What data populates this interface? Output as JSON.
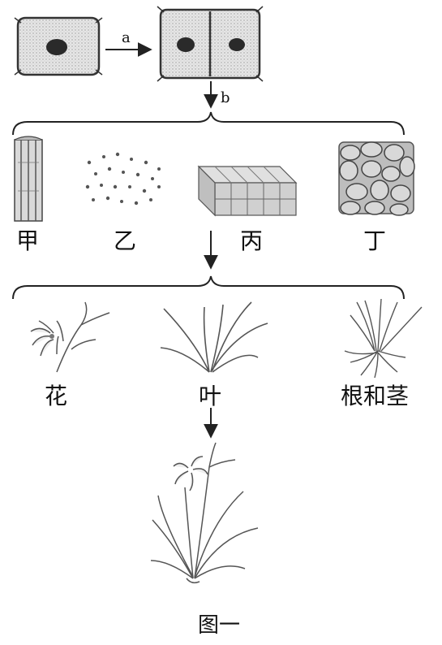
{
  "arrows": {
    "a": "a",
    "b": "b"
  },
  "tissues": [
    {
      "label": "甲"
    },
    {
      "label": "乙"
    },
    {
      "label": "丙"
    },
    {
      "label": "丁"
    }
  ],
  "organs": [
    {
      "label": "花"
    },
    {
      "label": "叶"
    },
    {
      "label": "根和茎"
    }
  ],
  "caption": "图一"
}
